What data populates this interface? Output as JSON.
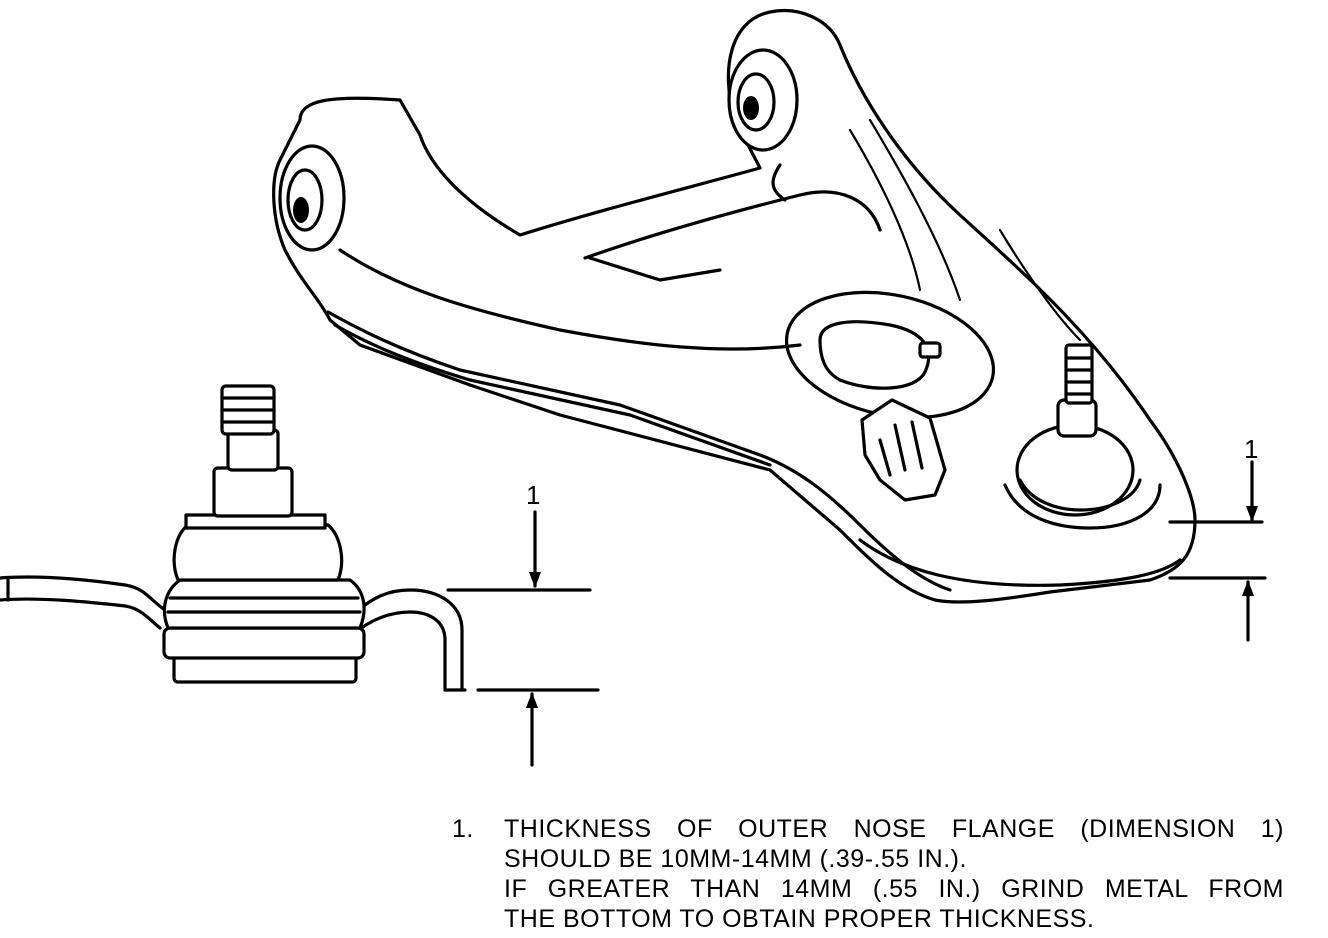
{
  "labels": {
    "dimension_marker_left": "1",
    "dimension_marker_right": "1"
  },
  "note": {
    "number": "1.",
    "lines": [
      "THICKNESS OF OUTER NOSE FLANGE (DIMENSION 1)",
      "SHOULD BE 10MM-14MM (.39-.55 IN.).",
      "IF GREATER THAN 14MM (.55 IN.) GRIND METAL FROM",
      "THE BOTTOM TO OBTAIN PROPER THICKNESS."
    ]
  }
}
